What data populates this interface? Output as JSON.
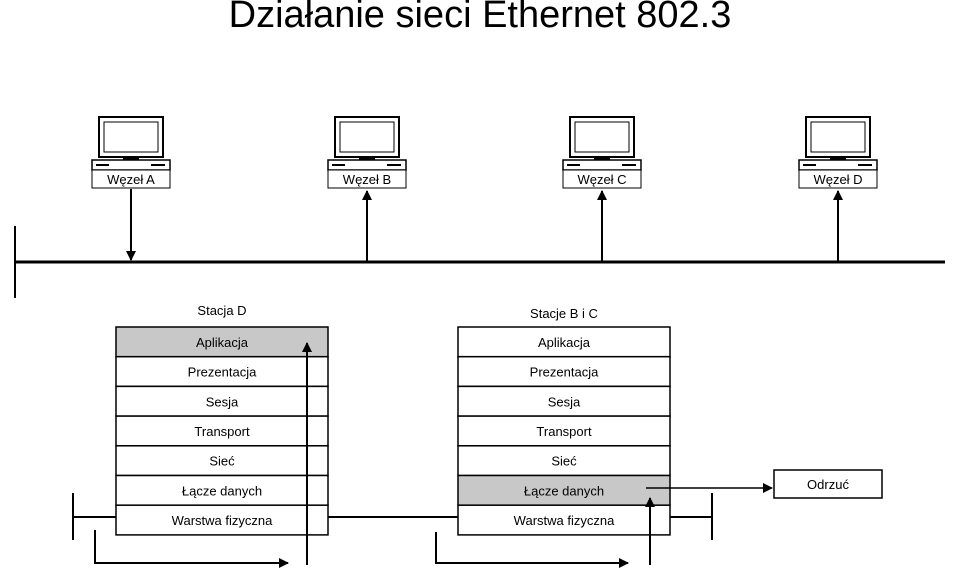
{
  "title": "Działanie sieci Ethernet 802.3",
  "nodes": [
    {
      "label": "Węzeł A"
    },
    {
      "label": "Węzeł B"
    },
    {
      "label": "Węzeł C"
    },
    {
      "label": "Węzeł D"
    }
  ],
  "stack_left": {
    "title": "Stacja D",
    "layers": [
      "Aplikacja",
      "Prezentacja",
      "Sesja",
      "Transport",
      "Sieć",
      "Łącze danych",
      "Warstwa fizyczna"
    ],
    "highlighted": "Aplikacja"
  },
  "stack_right": {
    "title": "Stacje B i C",
    "layers": [
      "Aplikacja",
      "Prezentacja",
      "Sesja",
      "Transport",
      "Sieć",
      "Łącze danych",
      "Warstwa fizyczna"
    ],
    "highlighted": "Łącze danych"
  },
  "discard": {
    "label": "Odrzuć"
  },
  "colors": {
    "highlight": "#c8c8c8",
    "line": "#000000",
    "background": "#ffffff"
  }
}
